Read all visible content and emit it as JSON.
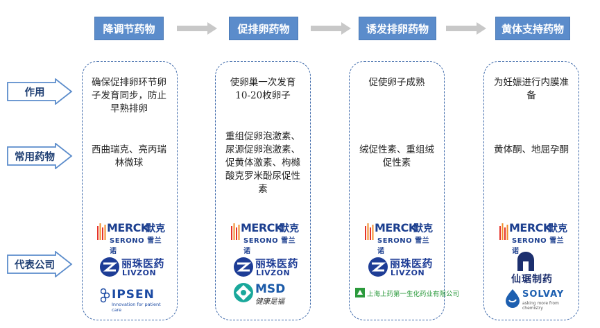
{
  "stages": [
    {
      "title": "降调节药物",
      "function": "确保促排卵环节卵子发育同步，防止早熟排卵",
      "drugs": "西曲瑞克、亮丙瑞林微球"
    },
    {
      "title": "促排卵药物",
      "function": "使卵巢一次发育10-20枚卵子",
      "drugs": "重组促卵泡激素、尿源促卵泡激素、促黄体激素、枸橼酸克罗米酚尿促性素"
    },
    {
      "title": "诱发排卵药物",
      "function": "促使卵子成熟",
      "drugs": "绒促性素、重组绒促性素"
    },
    {
      "title": "黄体支持药物",
      "function": "为妊娠进行内膜准备",
      "drugs": "黄体酮、地屈孕酮"
    }
  ],
  "row_labels": [
    "作用",
    "常用药物",
    "代表公司"
  ],
  "logos": {
    "merck": {
      "name": "MERCK",
      "cn": "默克",
      "sub": "SERONO 雪兰诺"
    },
    "livzon": {
      "cn": "丽珠医药",
      "en": "LIVZON"
    },
    "ipsen": {
      "name": "IPSEN",
      "tagline": "Innovation for patient care"
    },
    "msd": {
      "name": "MSD",
      "tagline": "健康是福"
    },
    "shanghai": {
      "text": "上海上药第一生化药业有限公司"
    },
    "xianju": {
      "text": "仙琚制药"
    },
    "solvay": {
      "name": "SOLVAY",
      "tagline": "asking more from chemistry"
    }
  },
  "colors": {
    "header_bg": "#5b8ccb",
    "border": "#3a66a8",
    "label_arrow": "#5b8ccb",
    "connector": "#c8c8c8"
  }
}
